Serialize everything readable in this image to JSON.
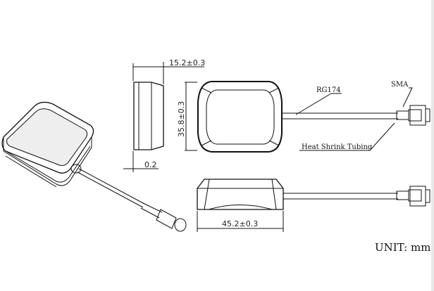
{
  "drawing": {
    "dimensions": {
      "height": "15.2±0.3",
      "width_side": "35.8±0.3",
      "length": "45.2±0.3",
      "gap": "0.2"
    },
    "labels": {
      "cable": "RG174",
      "connector": "SMA",
      "sleeve": "Heat Shrink Tubing"
    },
    "unit": "UNIT: mm"
  }
}
